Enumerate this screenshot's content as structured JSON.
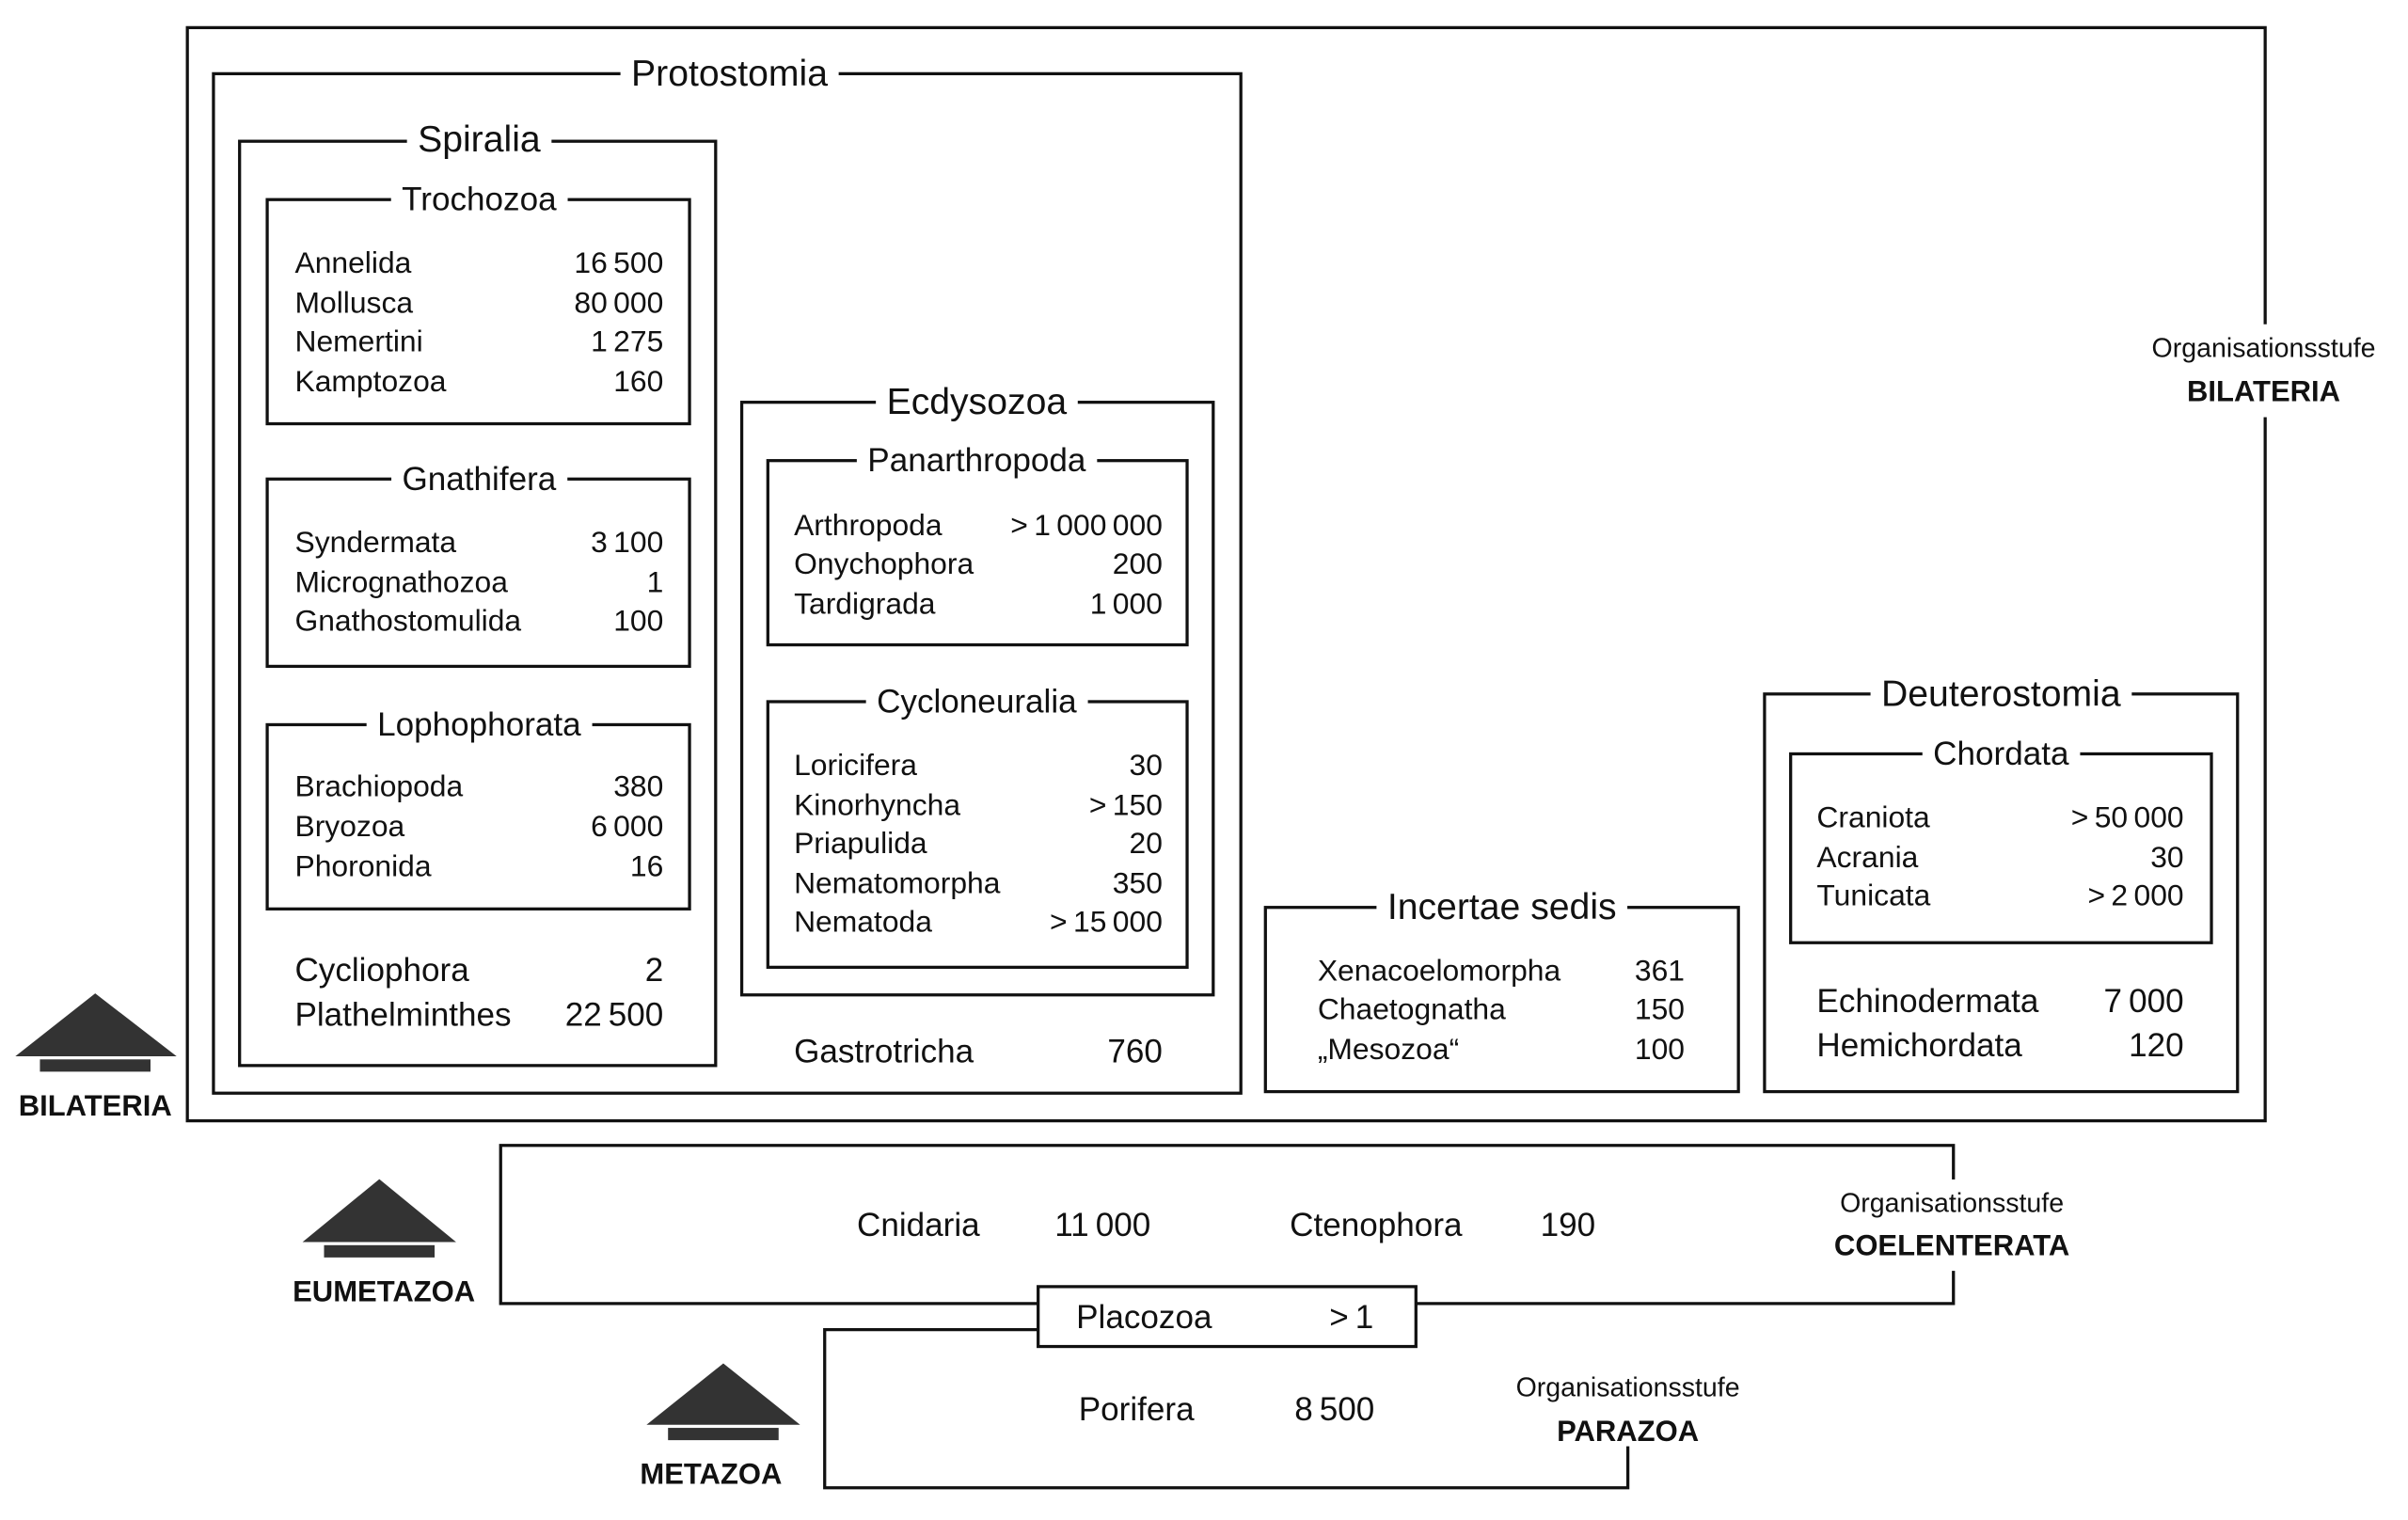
{
  "colors": {
    "line": "#111111",
    "arrow": "#333333",
    "background": "#ffffff"
  },
  "bilateria": {
    "level_prefix": "Organisationsstufe",
    "level_name": "BILATERIA",
    "protostomia": {
      "title": "Protostomia",
      "spiralia": {
        "title": "Spiralia",
        "trochozoa": {
          "title": "Trochozoa",
          "taxa": [
            {
              "name": "Annelida",
              "count": "16 500"
            },
            {
              "name": "Mollusca",
              "count": "80 000"
            },
            {
              "name": "Nemertini",
              "count": "1 275"
            },
            {
              "name": "Kamptozoa",
              "count": "160"
            }
          ]
        },
        "gnathifera": {
          "title": "Gnathifera",
          "taxa": [
            {
              "name": "Syndermata",
              "count": "3 100"
            },
            {
              "name": "Micrognathozoa",
              "count": "1"
            },
            {
              "name": "Gnathostomulida",
              "count": "100"
            }
          ]
        },
        "lophophorata": {
          "title": "Lophophorata",
          "taxa": [
            {
              "name": "Brachiopoda",
              "count": "380"
            },
            {
              "name": "Bryozoa",
              "count": "6 000"
            },
            {
              "name": "Phoronida",
              "count": "16"
            }
          ]
        },
        "other": [
          {
            "name": "Cycliophora",
            "count": "2"
          },
          {
            "name": "Plathelminthes",
            "count": "22 500"
          }
        ]
      },
      "ecdysozoa": {
        "title": "Ecdysozoa",
        "panarthropoda": {
          "title": "Panarthropoda",
          "taxa": [
            {
              "name": "Arthropoda",
              "count": "> 1 000 000"
            },
            {
              "name": "Onychophora",
              "count": "200"
            },
            {
              "name": "Tardigrada",
              "count": "1 000"
            }
          ]
        },
        "cycloneuralia": {
          "title": "Cycloneuralia",
          "taxa": [
            {
              "name": "Loricifera",
              "count": "30"
            },
            {
              "name": "Kinorhyncha",
              "count": "> 150"
            },
            {
              "name": "Priapulida",
              "count": "20"
            },
            {
              "name": "Nematomorpha",
              "count": "350"
            },
            {
              "name": "Nematoda",
              "count": "> 15 000"
            }
          ]
        }
      },
      "other": [
        {
          "name": "Gastrotricha",
          "count": "760"
        }
      ]
    },
    "incertae_sedis": {
      "title": "Incertae sedis",
      "taxa": [
        {
          "name": "Xenacoelomorpha",
          "count": "361"
        },
        {
          "name": "Chaetognatha",
          "count": "150"
        },
        {
          "name": "„Mesozoa“",
          "count": "100"
        }
      ]
    },
    "deuterostomia": {
      "title": "Deuterostomia",
      "chordata": {
        "title": "Chordata",
        "taxa": [
          {
            "name": "Craniota",
            "count": "> 50 000"
          },
          {
            "name": "Acrania",
            "count": "30"
          },
          {
            "name": "Tunicata",
            "count": "> 2 000"
          }
        ]
      },
      "other": [
        {
          "name": "Echinodermata",
          "count": "7 000"
        },
        {
          "name": "Hemichordata",
          "count": "120"
        }
      ]
    }
  },
  "coelenterata": {
    "level_prefix": "Organisationsstufe",
    "level_name": "COELENTERATA",
    "taxa": [
      {
        "name": "Cnidaria",
        "count": "11 000"
      },
      {
        "name": "Ctenophora",
        "count": "190"
      }
    ]
  },
  "placozoa": {
    "name": "Placozoa",
    "count": "> 1"
  },
  "parazoa": {
    "level_prefix": "Organisationsstufe",
    "level_name": "PARAZOA",
    "taxa": [
      {
        "name": "Porifera",
        "count": "8 500"
      }
    ]
  },
  "arrows": [
    {
      "label": "BILATERIA"
    },
    {
      "label": "EUMETAZOA"
    },
    {
      "label": "METAZOA"
    }
  ]
}
